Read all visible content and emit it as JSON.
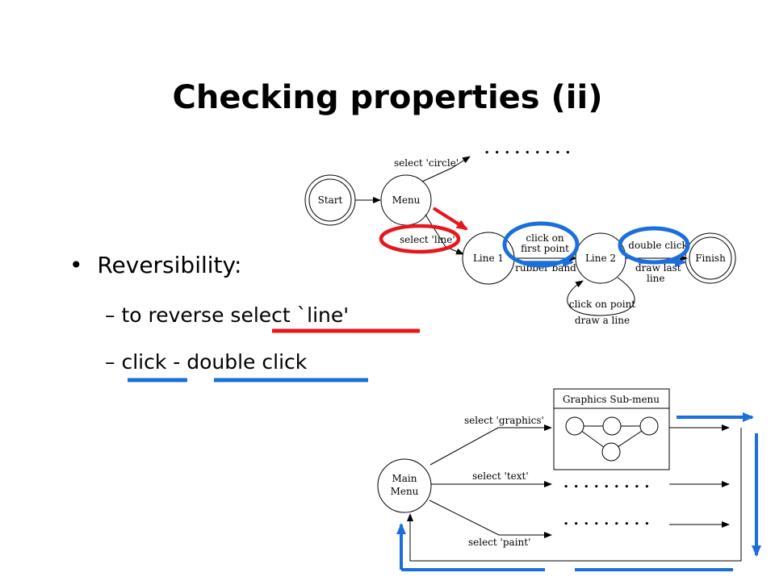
{
  "slide": {
    "title": "Checking properties (ii)",
    "bullet": "Reversibility:",
    "sub1_dash": "–",
    "sub1": "to reverse select `line'",
    "sub2_dash": "–",
    "sub2_a": "click",
    "sub2_sep": " - ",
    "sub2_b": "double click"
  },
  "diagram_top": {
    "states": [
      "Start",
      "Menu",
      "Line 1",
      "Line 2",
      "Finish"
    ],
    "transitions": {
      "select_circle": "select 'circle'",
      "select_line": "select 'line'",
      "click_first_1": "click on",
      "click_first_2": "first point",
      "rubber_band": "rubber band",
      "double_click": "double click",
      "draw_last_1": "draw last",
      "draw_last_2": "line",
      "click_point": "click on point",
      "draw_line": "draw a line"
    },
    "ellipsis": ". . .     . . .     . . ."
  },
  "diagram_bottom": {
    "main_menu_1": "Main",
    "main_menu_2": "Menu",
    "submenu_title": "Graphics  Sub-menu",
    "select_graphics": "select 'graphics'",
    "select_text": "select 'text'",
    "select_paint": "select 'paint'",
    "ellipsis": ". . .     . . .     . . ."
  },
  "colors": {
    "highlight_red": "#e8161b",
    "highlight_blue": "#1a6fdc"
  }
}
